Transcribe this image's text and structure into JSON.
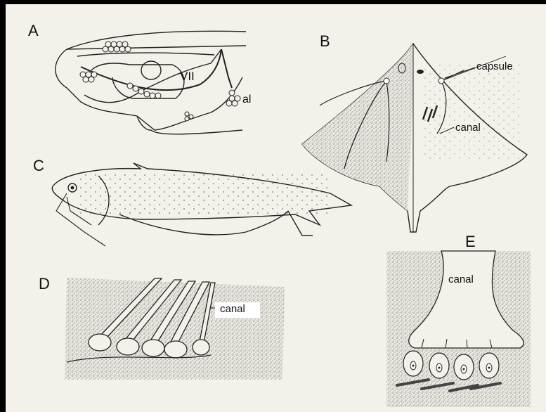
{
  "panels": [
    {
      "id": "A",
      "letter": "A",
      "callouts": [
        "VII",
        "al"
      ]
    },
    {
      "id": "B",
      "letter": "B",
      "callouts": [
        "capsule",
        "canal"
      ]
    },
    {
      "id": "C",
      "letter": "C",
      "callouts": []
    },
    {
      "id": "D",
      "letter": "D",
      "callouts": [
        "canal"
      ]
    },
    {
      "id": "E",
      "letter": "E",
      "callouts": [
        "canal"
      ]
    }
  ],
  "colors": {
    "background": "#000000",
    "plate": "#f3f1ea",
    "ink": "#222222",
    "stipple": "#9a9a96"
  }
}
